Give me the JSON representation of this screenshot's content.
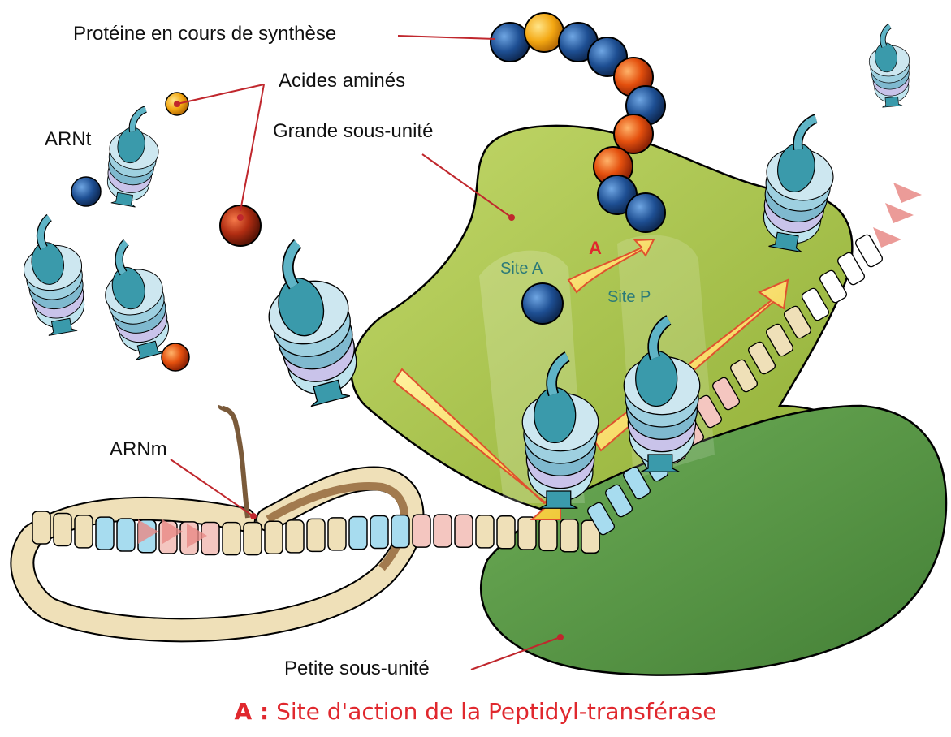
{
  "labels": {
    "protein": "Protéine en cours de synthèse",
    "amino_acids": "Acides aminés",
    "trna": "ARNt",
    "large_subunit": "Grande sous-unité",
    "mrna": "ARNm",
    "small_subunit": "Petite sous-unité",
    "site_a": "Site A",
    "site_p": "Site P",
    "a_marker": "A"
  },
  "caption": {
    "key": "A :",
    "text": "Site d'action de la Peptidyl-transférase"
  },
  "colors": {
    "large_subunit": "#a9c24a",
    "small_subunit": "#5e9e4c",
    "trna": "#3a9aab",
    "amino_blue": "#1b4d8f",
    "amino_orange": "#e4500e",
    "amino_yellow": "#f3a712",
    "leader_line": "#c0272d",
    "caption": "#e0282e"
  }
}
